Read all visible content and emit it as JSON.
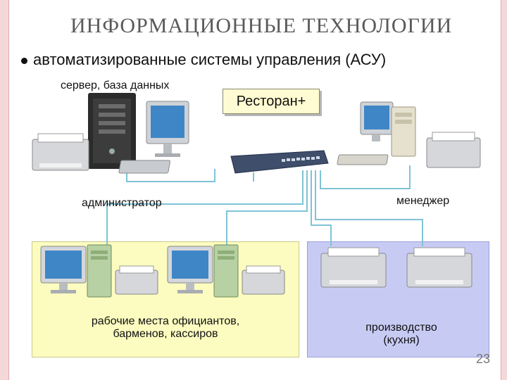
{
  "slide": {
    "title": "ИНФОРМАЦИОННЫЕ ТЕХНОЛОГИИ",
    "bullet": "автоматизированные системы управления (АСУ)",
    "page_number": "23"
  },
  "diagram": {
    "brand": "Ресторан+",
    "nodes": {
      "server": "сервер, база данных",
      "admin": "администратор",
      "manager": "менеджер",
      "workplaces": "рабочие места официантов, барменов, кассиров",
      "kitchen": "производство (кухня)"
    }
  },
  "colors": {
    "accent_border": "#f4d7d9",
    "zone_workplaces": "#fcfcc0",
    "zone_kitchen": "#c7cbf4",
    "cable": "#7ec3d6"
  }
}
